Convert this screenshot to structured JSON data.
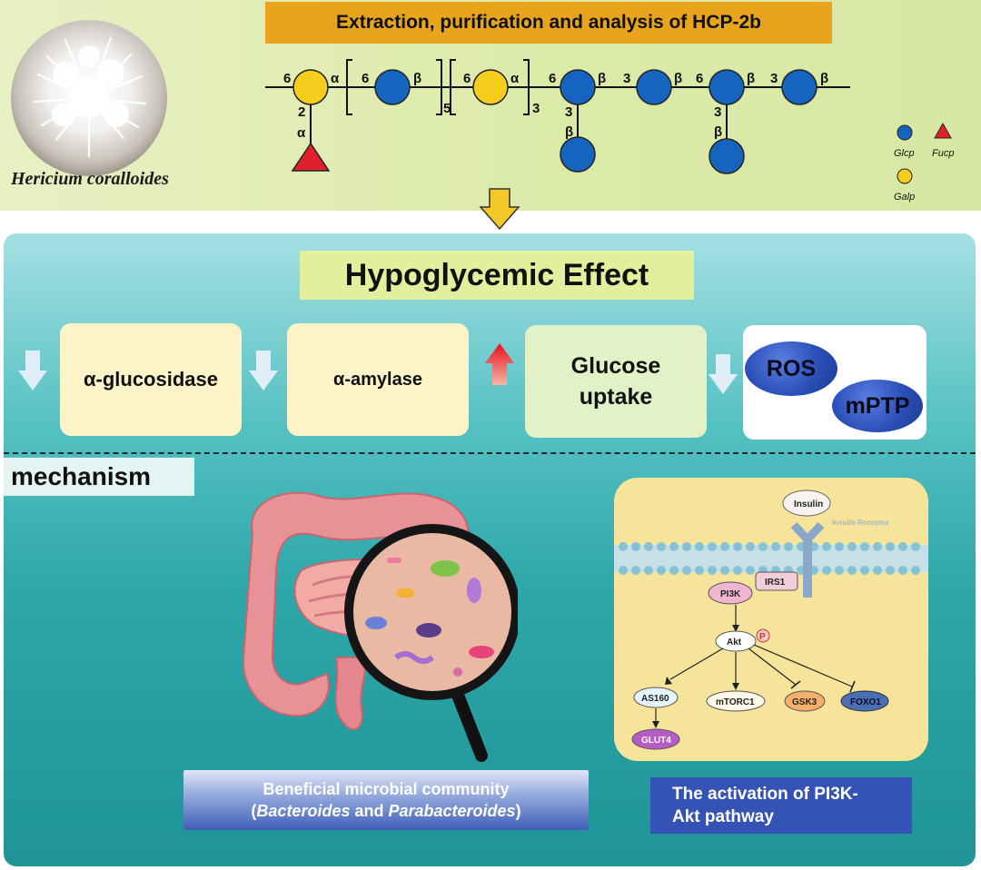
{
  "top": {
    "title": "Extraction, purification and analysis of HCP-2b",
    "species": "Hericium coralloides",
    "chain_labels": {
      "gal1_link6": "6",
      "gal1_alpha": "α",
      "gal1_branch2": "2",
      "fuc_alpha": "α",
      "rep1_link6": "6",
      "rep1_beta": "β",
      "rep1_count": "5",
      "rep2_link6": "6",
      "rep2_alpha": "α",
      "rep2_count": "3",
      "glc3_link6": "6",
      "glc3_beta": "β",
      "glc3_branch3": "3",
      "glc3_branch_beta": "β",
      "glc4_link3": "3",
      "glc4_beta": "β",
      "glc5_link6": "6",
      "glc5_beta": "β",
      "glc5_branch3": "3",
      "glc5_branch_beta": "β",
      "glc6_link3": "3",
      "glc6_beta": "β"
    },
    "legend": {
      "glc": "Glcp",
      "fuc": "Fucp",
      "gal": "Galp"
    }
  },
  "effect": {
    "title": "Hypoglycemic Effect",
    "cards": {
      "glucosidase": "α-glucosidase",
      "amylase": "α-amylase",
      "glucose_line1": "Glucose",
      "glucose_line2": "uptake",
      "ros": "ROS",
      "mptp": "mPTP"
    }
  },
  "mechanism": {
    "label": "mechanism",
    "microbe_caption": {
      "line1": "Beneficial microbial community",
      "open": "(",
      "genus1": "Bacteroides",
      "and": " and ",
      "genus2": "Parabacteroides",
      "close": ")"
    },
    "pathway": {
      "insulin": "Insulin",
      "receptor": "Insulin Receptor",
      "irs1": "IRS1",
      "pi3k": "PI3K",
      "akt": "Akt",
      "phospho": "P",
      "as160": "AS160",
      "mtorc1": "mTORC1",
      "gsk3": "GSK3",
      "foxo1": "FOXO1",
      "glut4": "GLUT4"
    },
    "pathway_caption_line1": "The activation of PI3K-",
    "pathway_caption_line2": "Akt pathway"
  },
  "colors": {
    "glc": "#1565c0",
    "gal": "#f5cd1c",
    "fuc": "#e0202a",
    "title_bar": "#e8a41b",
    "down_arrow": "#f5c82a",
    "panel_teal": "#2fa8aa"
  }
}
